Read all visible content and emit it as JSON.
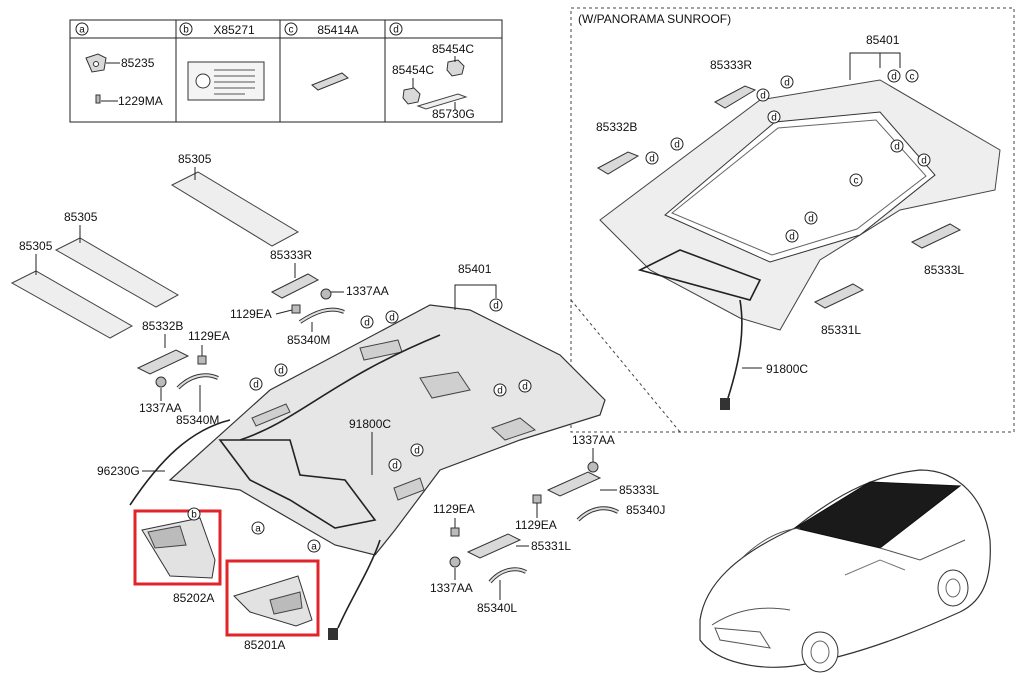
{
  "table": {
    "headers": [
      {
        "key": "a",
        "code": ""
      },
      {
        "key": "b",
        "code": "X85271"
      },
      {
        "key": "c",
        "code": "85414A"
      },
      {
        "key": "d",
        "code": ""
      }
    ],
    "cell_a": [
      "85235",
      "1229MA"
    ],
    "cell_d": [
      "85454C",
      "85454C",
      "85730G"
    ]
  },
  "inset": {
    "title": "(W/PANORAMA SUNROOF)",
    "labels": [
      "85401",
      "85333R",
      "85332B",
      "85333L",
      "85331L",
      "91800C"
    ]
  },
  "main_labels": {
    "pad_top": "85305",
    "pad_mid": "85305",
    "pad_left": "85305",
    "bracket_r": "85333R",
    "bolt_1": "1337AA",
    "bolt_2": "1129EA",
    "handle_m1": "85340M",
    "bracket_b": "85332B",
    "bolt_3": "1129EA",
    "bolt_4": "1337AA",
    "handle_m2": "85340M",
    "headliner": "85401",
    "harness": "91800C",
    "wire": "96230G",
    "visor_r": "85202A",
    "visor_l": "85201A",
    "bolt_5": "1337AA",
    "bracket_l": "85333L",
    "bolt_6": "1129EA",
    "bolt_7": "1129EA",
    "handle_j": "85340J",
    "bracket_l2": "85331L",
    "bolt_8": "1337AA",
    "handle_l": "85340L"
  },
  "callouts": [
    "a",
    "b",
    "c",
    "d"
  ],
  "colors": {
    "highlight": "#e0242a",
    "line": "#222222",
    "fill": "#d9d9d9"
  }
}
